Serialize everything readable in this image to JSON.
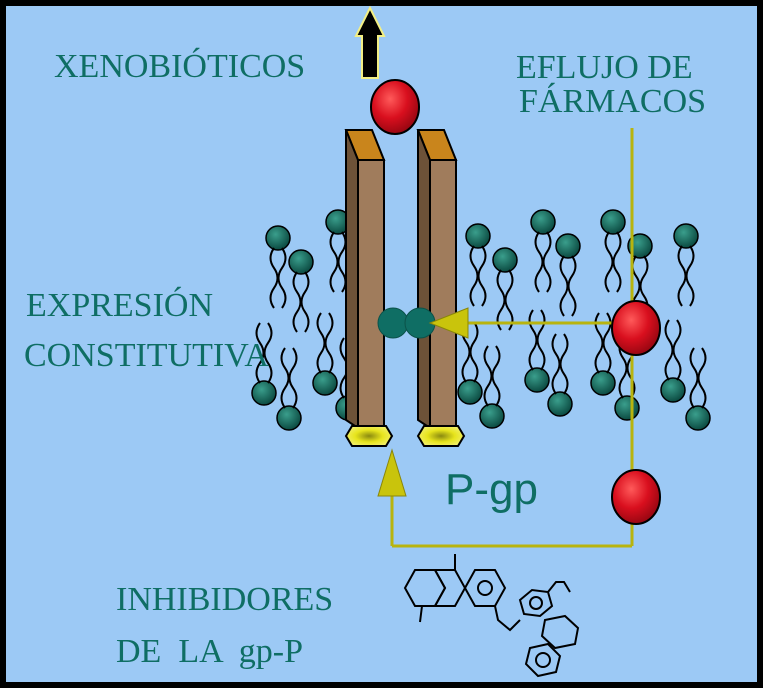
{
  "labels": {
    "xenobioticos": "XENOBIÓTICOS",
    "eflujo_line1": "EFLUJO DE",
    "eflujo_line2": "FÁRMACOS",
    "expresion_line1": "EXPRESIÓN",
    "expresion_line2": "CONSTITUTIVA",
    "pgp": "P-gp",
    "inhibidores_line1": "INHIBIDORES",
    "inhibidores_line2": "DE  LA  gp-P"
  },
  "colors": {
    "background": "#9cc9f5",
    "frame": "#000000",
    "label_text": "#0f6e64",
    "lipid_head": "#0d5e52",
    "drug_red": "#d90f1e",
    "channel_brown": "#a07c5c",
    "channel_top": "#c9851c",
    "nbd_yellow": "#e7e41c",
    "arrow_olive": "#b8b40e"
  }
}
